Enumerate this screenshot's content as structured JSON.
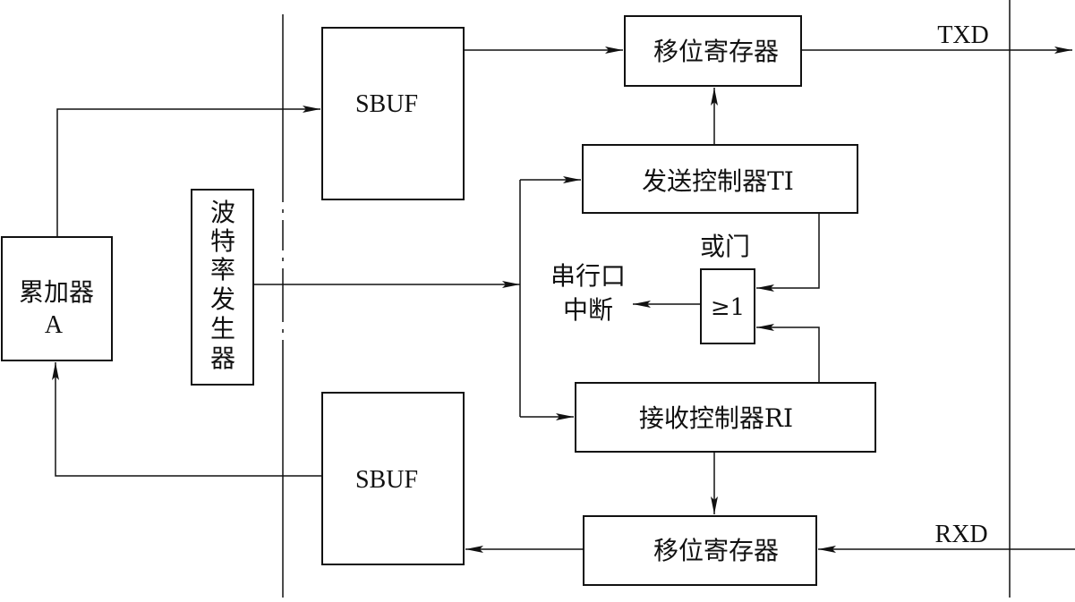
{
  "colors": {
    "stroke": "#111111",
    "background": "#ffffff"
  },
  "blocks": {
    "accumulator": {
      "line1": "累加器",
      "line2": "A"
    },
    "baud_generator": {
      "chars": [
        "波",
        "特",
        "率",
        "发",
        "生",
        "器"
      ]
    },
    "sbuf_transmit": {
      "label": "SBUF"
    },
    "sbuf_receive": {
      "label": "SBUF"
    },
    "shift_register_transmit": {
      "label": "移位寄存器"
    },
    "shift_register_receive": {
      "label": "移位寄存器"
    },
    "transmit_controller": {
      "label": "发送控制器TI"
    },
    "receive_controller": {
      "label": "接收控制器RI"
    },
    "or_gate": {
      "title": "或门",
      "symbol": "≥1"
    }
  },
  "signals": {
    "txd": "TXD",
    "rxd": "RXD",
    "serial_interrupt_line1": "串行口",
    "serial_interrupt_line2": "中断"
  }
}
